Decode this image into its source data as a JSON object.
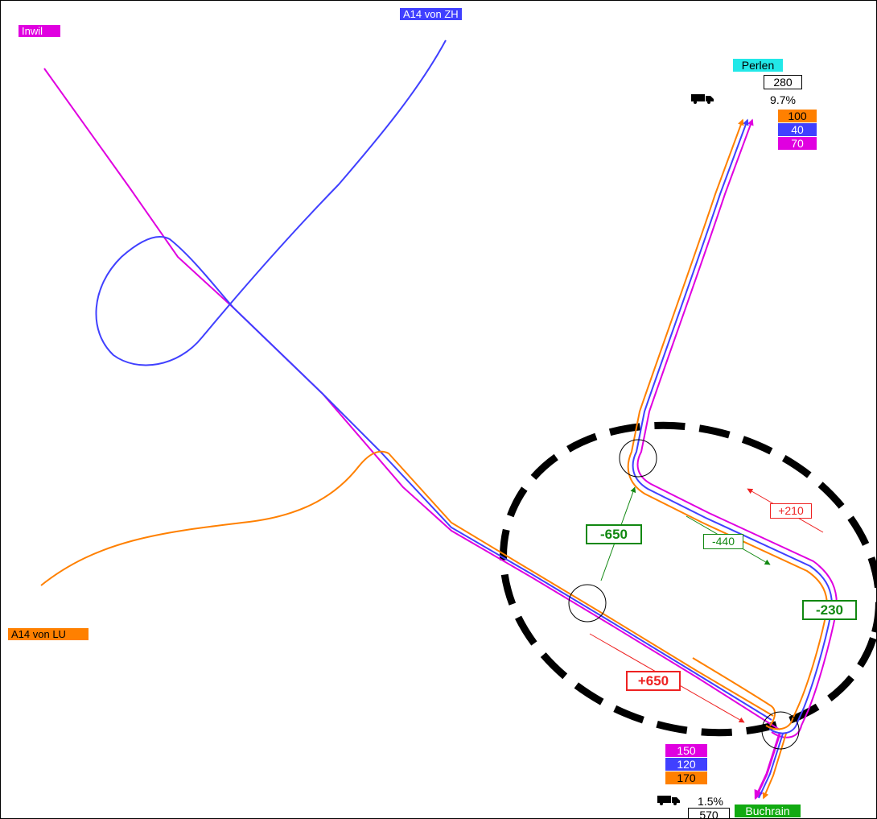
{
  "colors": {
    "magenta": "#e000e0",
    "blue": "#4040ff",
    "orange": "#ff8000",
    "cyan": "#22e8e8",
    "green": "#11aa11",
    "delta_negative": "#118811",
    "delta_positive": "#ee2222"
  },
  "origins": {
    "inwil": "Inwil",
    "a14_zh": "A14 von ZH",
    "a14_lu": "A14 von LU"
  },
  "destinations": {
    "perlen": {
      "name": "Perlen",
      "total": "280",
      "truck_share": "9.7%",
      "orange": "100",
      "blue": "40",
      "magenta": "70"
    },
    "buchrain": {
      "name": "Buchrain",
      "total": "570",
      "truck_share": "1.5%",
      "magenta": "150",
      "blue": "120",
      "orange": "170"
    }
  },
  "changes": {
    "to_perlen": "-650",
    "bypass_south": "+650",
    "loop_down": "-440",
    "loop_up": "+210",
    "east_leg": "-230"
  },
  "icons": [
    "truck-icon",
    "node-circle-icon",
    "arrow-icon"
  ]
}
